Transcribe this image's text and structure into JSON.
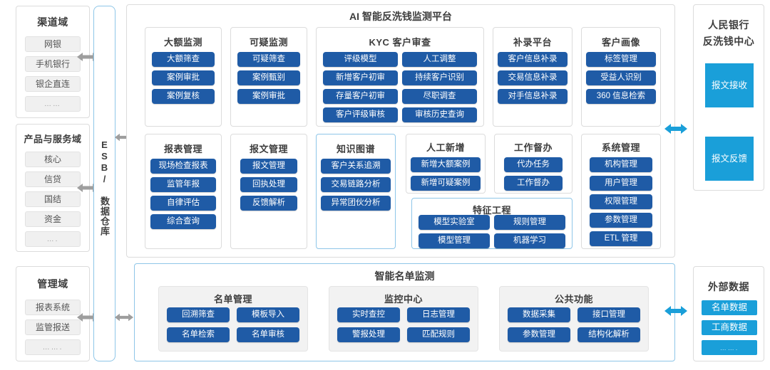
{
  "diagram": {
    "main_title": "AI 智能反洗钱监测平台",
    "bottom_section_title": "智能名单监测",
    "esb_label": "ESB/ 数据仓库"
  },
  "left_panels": [
    {
      "title": "渠道域",
      "items": [
        "网银",
        "手机银行",
        "银企直连",
        "……"
      ]
    },
    {
      "title": "产品与服务域",
      "items": [
        "核心",
        "信贷",
        "国结",
        "资金",
        "…."
      ]
    },
    {
      "title": "管理域",
      "items": [
        "报表系统",
        "监管报送",
        "……."
      ]
    }
  ],
  "main_row1": [
    {
      "title": "大额监测",
      "buttons": [
        "大额筛查",
        "案例审批",
        "案例复核"
      ]
    },
    {
      "title": "可疑监测",
      "buttons": [
        "可疑筛查",
        "案例甄别",
        "案例审批"
      ]
    },
    {
      "title": "KYC 客户审查",
      "buttons": [
        "评级模型",
        "人工调整",
        "新增客户初审",
        "持续客户识别",
        "存量客户初审",
        "尽职调查",
        "客户评级审核",
        "审核历史查询"
      ]
    },
    {
      "title": "补录平台",
      "buttons": [
        "客户信息补录",
        "交易信息补录",
        "对手信息补录"
      ]
    },
    {
      "title": "客户画像",
      "buttons": [
        "标签管理",
        "受益人识别",
        "360 信息检索"
      ]
    }
  ],
  "main_row2": [
    {
      "title": "报表管理",
      "buttons": [
        "现场检查报表",
        "监管年报",
        "自律评估",
        "综合查询"
      ]
    },
    {
      "title": "报文管理",
      "buttons": [
        "报文管理",
        "回执处理",
        "反馈解析"
      ]
    },
    {
      "title": "知识图谱",
      "buttons": [
        "客户关系追溯",
        "交易链路分析",
        "异常团伙分析"
      ]
    },
    {
      "title": "人工新增",
      "buttons": [
        "新增大额案例",
        "新增可疑案例"
      ]
    },
    {
      "title": "工作督办",
      "buttons": [
        "代办任务",
        "工作督办"
      ]
    },
    {
      "title": "特征工程",
      "buttons": [
        "模型实验室",
        "规则管理",
        "模型管理",
        "机器学习"
      ]
    },
    {
      "title": "系统管理",
      "buttons": [
        "机构管理",
        "用户管理",
        "权限管理",
        "参数管理",
        "ETL 管理"
      ]
    }
  ],
  "bottom_groups": [
    {
      "title": "名单管理",
      "buttons": [
        "回溯筛查",
        "模板导入",
        "名单检索",
        "名单审核"
      ]
    },
    {
      "title": "监控中心",
      "buttons": [
        "实时查控",
        "日志管理",
        "警报处理",
        "匹配规则"
      ]
    },
    {
      "title": "公共功能",
      "buttons": [
        "数据采集",
        "接口管理",
        "参数管理",
        "结构化解析"
      ]
    }
  ],
  "right_panels": [
    {
      "title": "人民银行\n反洗钱中心",
      "title_line1": "人民银行",
      "title_line2": "反洗钱中心",
      "blocks": [
        "报文接收",
        "报文反馈"
      ]
    },
    {
      "title": "外部数据",
      "blocks": [
        "名单数据",
        "工商数据",
        "……."
      ]
    }
  ],
  "colors": {
    "button_blue": "#1f5ba6",
    "cyan": "#1a9fd9",
    "panel_border": "#dcdcdc",
    "blue_border": "#8ec6e8",
    "grey_pill": "#f0f0f0",
    "arrow_grey": "#9e9e9e",
    "arrow_blue": "#1a9fd9"
  }
}
